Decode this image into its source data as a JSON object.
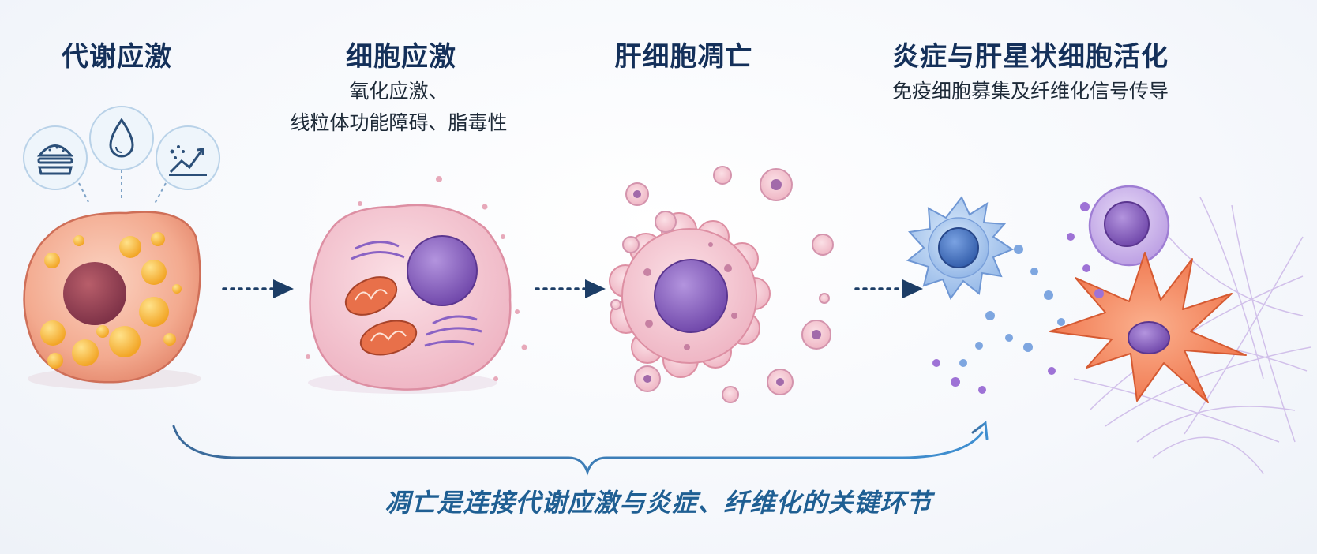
{
  "stages": [
    {
      "title": "代谢应激",
      "subtitle_lines": []
    },
    {
      "title": "细胞应激",
      "subtitle_lines": [
        "氧化应激、",
        "线粒体功能障碍、脂毒性"
      ]
    },
    {
      "title": "肝细胞凋亡",
      "subtitle_lines": []
    },
    {
      "title": "炎症与肝星状细胞活化",
      "subtitle_lines": [
        "免疫细胞募集及纤维化信号传导"
      ]
    }
  ],
  "footer": "凋亡是连接代谢应激与炎症、纤维化的关键环节",
  "icons": [
    "burger-icon",
    "water-drop-icon",
    "rising-chart-icon"
  ],
  "colors": {
    "title": "#14305a",
    "footer": "#1f5f93",
    "arrow": "#1c3d66",
    "hepatocyte": "#f2a98e",
    "lipid": "#f7b83a",
    "nucleus": "#8f5fbf",
    "immune_cell": "#7ea6e0",
    "stellate_cell": "#f07a4e"
  }
}
